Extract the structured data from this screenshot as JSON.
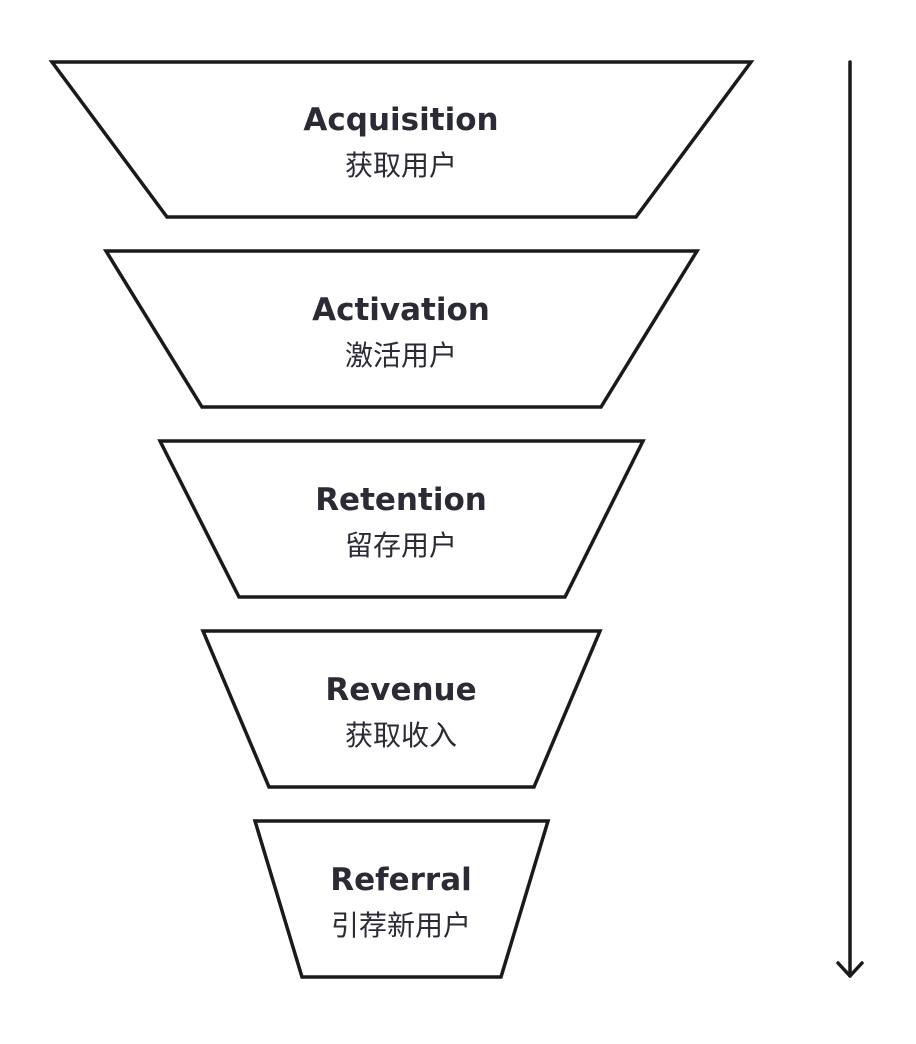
{
  "stages": [
    {
      "title": "Acquisition",
      "subtitle": "获取用户"
    },
    {
      "title": "Activation",
      "subtitle": "激活用户"
    },
    {
      "title": "Retention",
      "subtitle": "留存用户"
    },
    {
      "title": "Revenue",
      "subtitle": "获取收入"
    },
    {
      "title": "Referral",
      "subtitle": "引荐新用户"
    }
  ],
  "colors": {
    "stroke": "#1a1a1a",
    "text": "#2b2b35",
    "background": "#ffffff"
  },
  "icons": {
    "flow_arrow": "down-arrow-icon"
  }
}
